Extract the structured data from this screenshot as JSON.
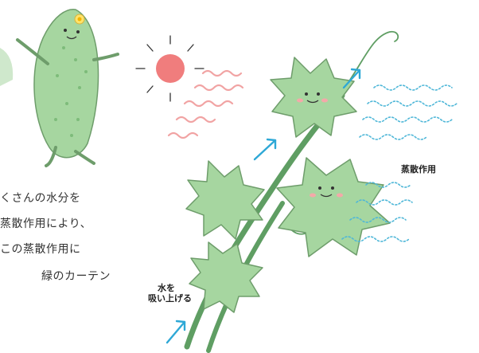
{
  "text_lines": [
    "くさんの水分を",
    "蒸散作用により、",
    "この蒸散作用に",
    "緑のカーテン"
  ],
  "labels": {
    "transpiration": "蒸散作用",
    "water_up_line1": "水を",
    "water_up_line2": "吸い上げる"
  },
  "icons": [
    "bitter-melon-character-icon",
    "sun-icon",
    "heat-wave-icon",
    "vine-leaf-character-icon",
    "vapor-wave-icon",
    "water-flow-arrow-icon"
  ],
  "colors": {
    "leaf": "#a6d6a0",
    "leaf_dark": "#7dbb7a",
    "stem": "#5f9e63",
    "sun": "#f07d7d",
    "heat": "#f1a3a3",
    "vapor": "#4fb7d8",
    "arrow": "#2ea8d6"
  }
}
